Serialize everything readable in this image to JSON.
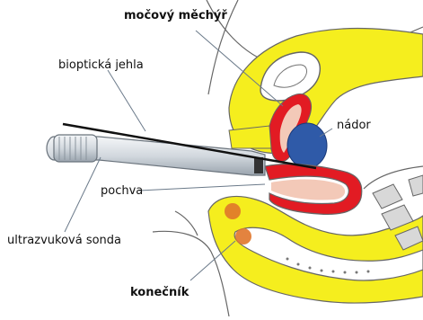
{
  "labels": {
    "bladder": "močový měchýř",
    "needle": "bioptická jehla",
    "tumor": "nádor",
    "vagina": "pochva",
    "probe": "ultrazvuková sonda",
    "rectum": "konečník"
  },
  "colors": {
    "fat": "#f5ee1e",
    "tissue_red": "#e21b23",
    "tumor": "#2f5aa8",
    "outline": "#555555",
    "probe_body": "#d9dee4",
    "needle": "#111111",
    "bone": "#d8d8d8"
  }
}
